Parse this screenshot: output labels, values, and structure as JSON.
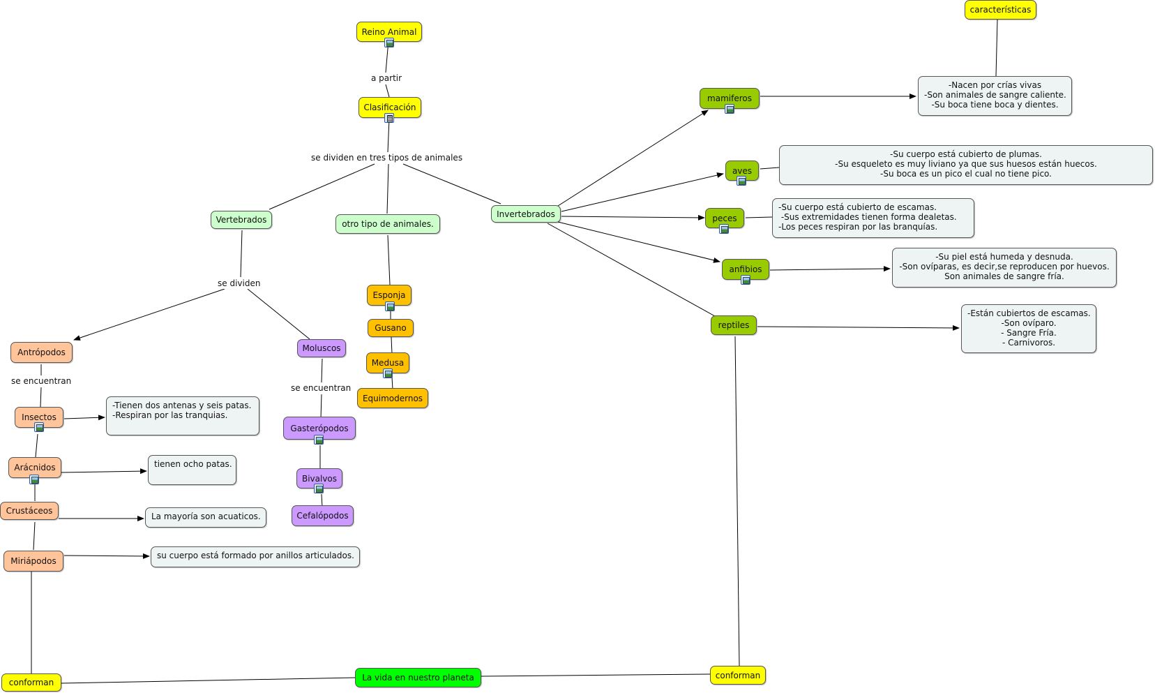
{
  "nodes": {
    "reino_animal": "Reino Animal",
    "clasificacion": "Clasificación",
    "vertebrados": "Vertebrados",
    "otro_tipo": "otro tipo de animales.",
    "invertebrados": "Invertebrados",
    "antropodos": "Antrópodos",
    "moluscos": "Moluscos",
    "insectos": "Insectos",
    "aracnidos": "Arácnidos",
    "crustaceos": "Crustáceos",
    "miriapodos": "Miriápodos",
    "gasteropodos": "Gasterópodos",
    "bivalvos": "Bivalvos",
    "cefalopodos": "Cefalópodos",
    "esponja": "Esponja",
    "gusano": "Gusano",
    "medusa": "Medusa",
    "equimodernos": "Equimodernos",
    "mamiferos": "mamiferos",
    "aves": "aves",
    "peces": "peces",
    "anfibios": "anfibios",
    "reptiles": "reptiles",
    "caracteristicas": "características",
    "conforman_left": "conforman",
    "conforman_right": "conforman",
    "vida": "La vida en nuestro planeta"
  },
  "notes": {
    "insectos": "-Tienen dos antenas y seis patas.\n-Respiran por las tranquias.",
    "aracnidos": "tienen ocho patas.",
    "crustaceos": "La mayoría son acuaticos.",
    "miriapodos": "su cuerpo está formado por anillos articulados.",
    "mamiferos": "-Nacen por crías vivas\n-Son animales de sangre caliente.\n-Su boca tiene boca y dientes.",
    "aves": "-Su cuerpo está cubierto de plumas.\n-Su esqueleto es muy liviano ya que sus huesos están huecos.\n-Su boca es un pico el cual no tiene pico.",
    "peces": "-Su cuerpo está cubierto de escamas.\n -Sus extremidades tienen forma dealetas.\n-Los peces respiran por las branquías.",
    "anfibios": "-Su piel está humeda y desnuda.\n-Son ovíparas, es decir,se reproducen por huevos.\nSon animales de sangre fría.",
    "reptiles": "-Están cubiertos de escamas.\n-Son ovíparo.\n- Sangre Fría.\n- Carnivoros."
  },
  "links": {
    "a_partir": "a partir",
    "se_dividen_tres": "se dividen en tres tipos de animales",
    "se_dividen": "se dividen",
    "se_encuentran_left": "se encuentran",
    "se_encuentran_mid": "se encuentran"
  },
  "icons": {
    "image": "image-resource-icon",
    "document": "document-resource-icon"
  },
  "colors": {
    "yellow": "#ffff00",
    "light_green": "#ccffcc",
    "gold": "#ffc000",
    "peach": "#ffc499",
    "purple": "#cc99ff",
    "olive": "#99cc00",
    "bright_green": "#00ff00",
    "note": "#eef3f4"
  }
}
